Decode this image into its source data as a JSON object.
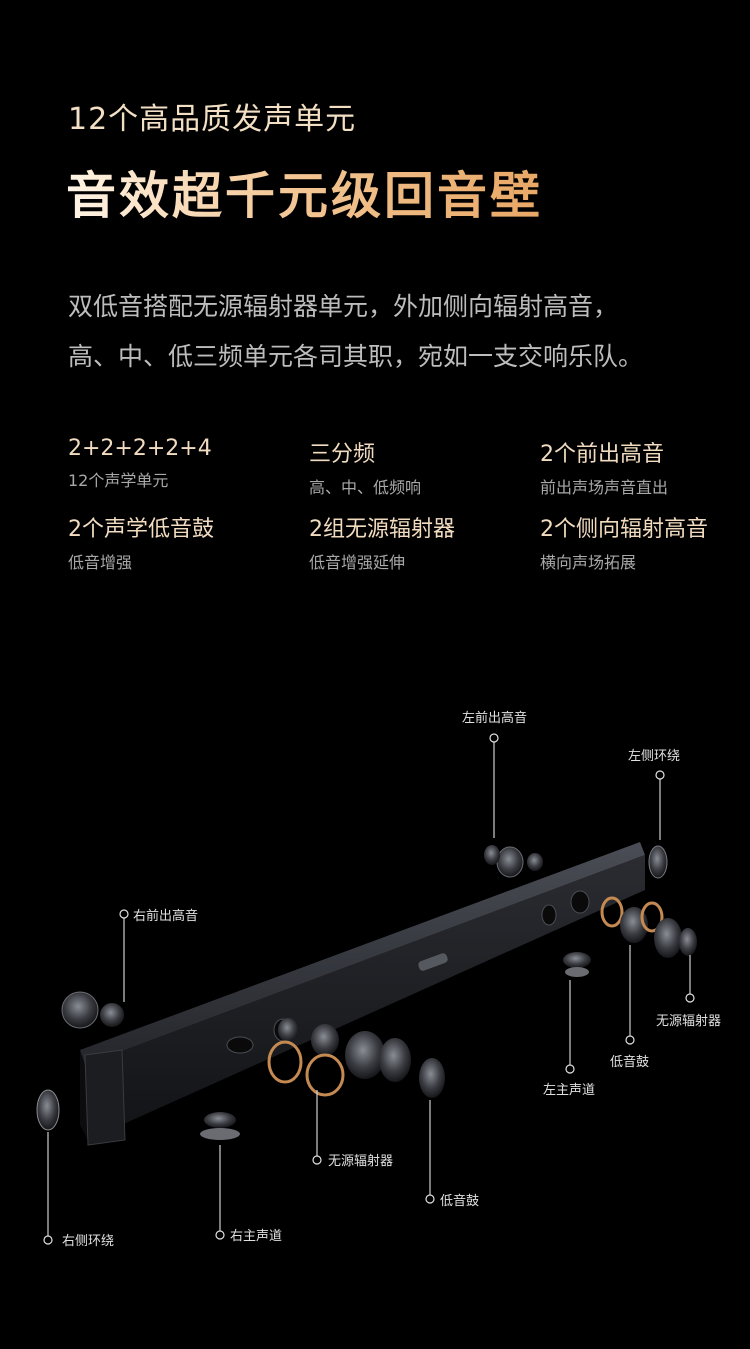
{
  "header": {
    "subtitle": "12个高品质发声单元",
    "headline": "音效超千元级回音壁"
  },
  "description": {
    "line1": "双低音搭配无源辐射器单元，外加侧向辐射高音，",
    "line2": "高、中、低三频单元各司其职，宛如一支交响乐队。"
  },
  "features": [
    {
      "title": "2+2+2+2+4",
      "sub": "12个声学单元"
    },
    {
      "title": "三分频",
      "sub": "高、中、低频响"
    },
    {
      "title": "2个前出高音",
      "sub": "前出声场声音直出"
    },
    {
      "title": "2个声学低音鼓",
      "sub": "低音增强"
    },
    {
      "title": "2组无源辐射器",
      "sub": "低音增强延伸"
    },
    {
      "title": "2个侧向辐射高音",
      "sub": "横向声场拓展"
    }
  ],
  "diagram_labels": {
    "left_front_tweeter": "左前出高音",
    "left_side_surround": "左侧环绕",
    "right_front_tweeter": "右前出高音",
    "passive_radiator_right": "无源辐射器",
    "woofer_right": "低音鼓",
    "left_main_channel": "左主声道",
    "passive_radiator_left": "无源辐射器",
    "woofer_left": "低音鼓",
    "right_side_surround": "右侧环绕",
    "right_main_channel": "右主声道"
  },
  "colors": {
    "background": "#000000",
    "accent_gold": "#f3c897",
    "label_text": "#e0e0e0",
    "desc_text": "#bdbdbd"
  }
}
